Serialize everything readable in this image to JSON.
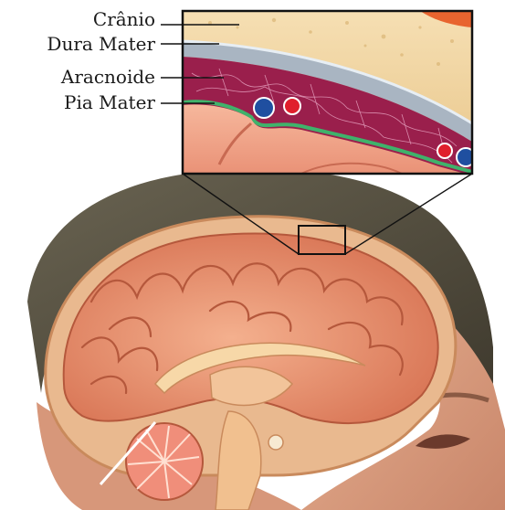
{
  "labels": {
    "cranio": "Crânio",
    "dura": "Dura Mater",
    "aracnoide": "Aracnoide",
    "pia": "Pia Mater"
  },
  "colors": {
    "skull": "#f2d9a8",
    "dura": "#a9b5c2",
    "arachnoid": "#9a1f4c",
    "pia": "#3fb26b",
    "brain": "#e58c6e",
    "skin": "#d79b7e",
    "hair": "#56503f"
  }
}
